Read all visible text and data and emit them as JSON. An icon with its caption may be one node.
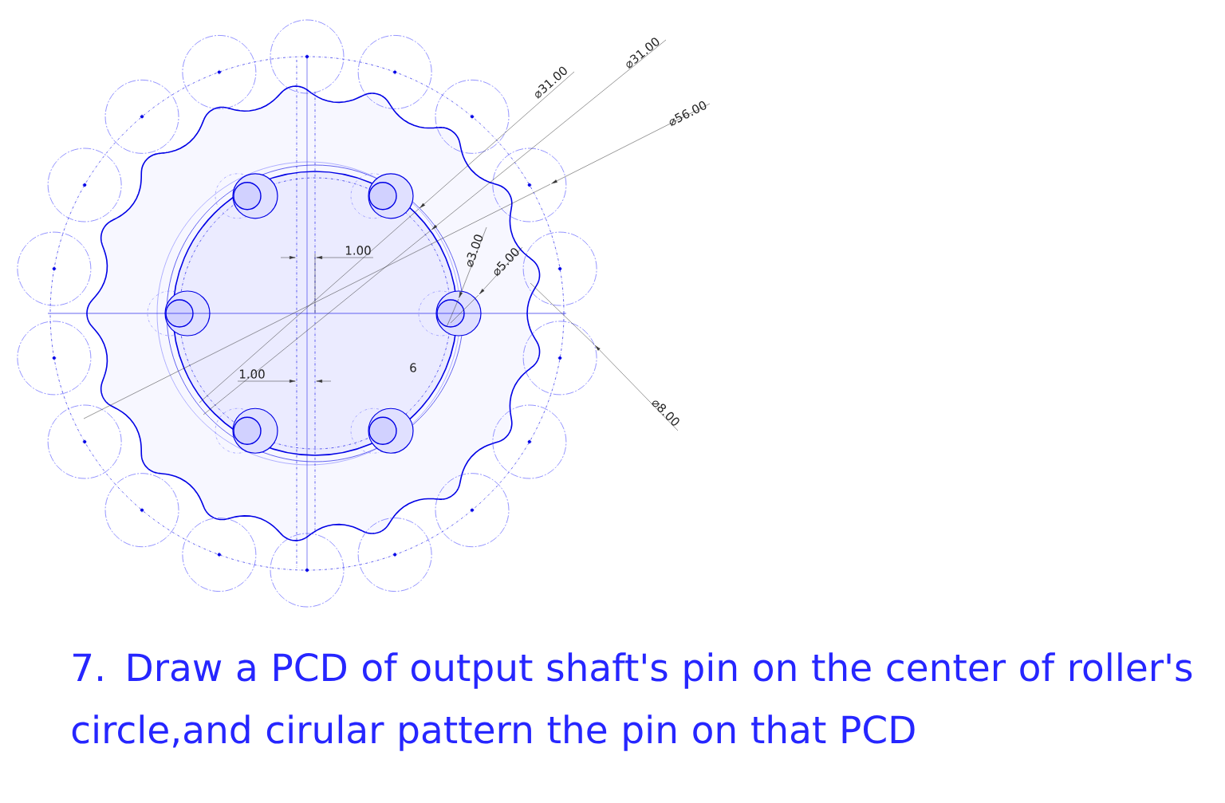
{
  "diagram": {
    "caption": "7. Draw a PCD of output shaft's pin on the center of roller's circle,and cirular pattern the pin on that PCD",
    "labels": [
      "⌀31.00",
      "⌀31.00",
      "⌀56.00",
      "⌀3.00",
      "1.00",
      "⌀5.00",
      "1.00",
      "6",
      "⌀8.00"
    ]
  }
}
